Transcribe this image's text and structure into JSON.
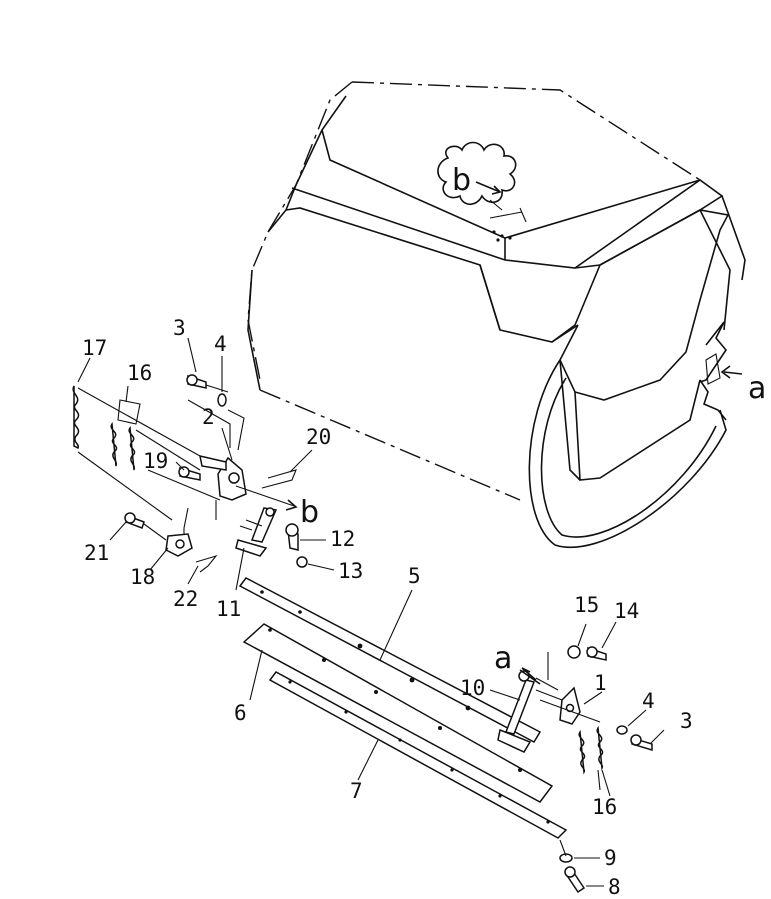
{
  "callouts": [
    "1",
    "2",
    "3",
    "4",
    "5",
    "6",
    "7",
    "8",
    "9",
    "10",
    "11",
    "12",
    "13",
    "14",
    "15",
    "16",
    "17",
    "18",
    "19",
    "20",
    "21",
    "22"
  ],
  "view_refs": [
    "a",
    "b"
  ]
}
